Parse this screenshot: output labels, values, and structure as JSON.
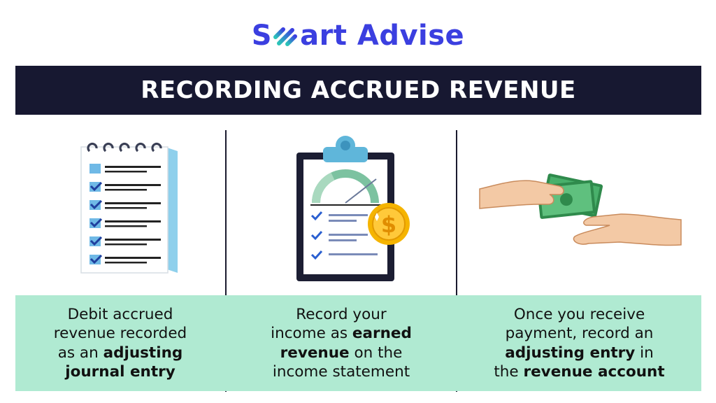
{
  "logo": {
    "prefix": "S",
    "suffix": "art Advise",
    "icon": "smart-advise-logo-mark"
  },
  "banner": {
    "title": "RECORDING ACCRUED REVENUE"
  },
  "columns": [
    {
      "icon": "checklist-notepad-icon",
      "caption": {
        "line1": "Debit accrued",
        "line2": "revenue recorded",
        "line3_plain": "as an ",
        "line3_bold": "adjusting",
        "line4_bold": "journal entry"
      }
    },
    {
      "icon": "clipboard-gauge-coin-icon",
      "coin_symbol": "$",
      "caption": {
        "line1": "Record your",
        "line2_plain": "income as ",
        "line2_bold": "earned",
        "line3_bold": "revenue",
        "line3_plain": " on the",
        "line4": "income statement"
      }
    },
    {
      "icon": "hands-exchanging-money-icon",
      "caption": {
        "line1": "Once you receive",
        "line2": "payment, record an",
        "line3_bold": "adjusting entry",
        "line3_plain": " in",
        "line4_plain": "the ",
        "line4_bold": "revenue account"
      }
    }
  ],
  "colors": {
    "brand": "#3b3fe0",
    "banner_bg": "#171831",
    "caption_bg": "#b0ead2",
    "check": "#2a5fd0",
    "coin": "#f5b400",
    "cash": "#3ea35f"
  }
}
